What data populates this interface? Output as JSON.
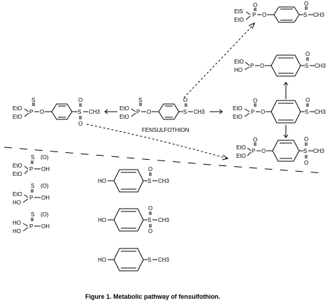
{
  "molecules": {
    "fensulfothion": {
      "name": "FENSULFOTHION",
      "p_top": "S",
      "alkoxy_1": "EtO",
      "alkoxy_2": "EtO",
      "phosphorus": "P",
      "ester_o": "O",
      "sulfur": "S",
      "methyl": "CH3",
      "sulfinyl_o": "O"
    },
    "sulfone": {
      "p_top": "S",
      "alkoxy_1": "EtO",
      "alkoxy_2": "EtO",
      "phosphorus": "P",
      "ester_o": "O",
      "sulfur": "S",
      "methyl": "CH3",
      "sulfonyl_o_top": "O",
      "sulfonyl_o_bottom": "O"
    },
    "thiolo_isomer": {
      "alkoxy_1": "EtS",
      "alkoxy_2": "EtO",
      "p_top": "O",
      "phosphorus": "P",
      "ester_o": "O",
      "sulfur": "S",
      "methyl": "CH3",
      "sulfinyl_o": "O"
    },
    "desethyl": {
      "alkoxy_1": "EtO",
      "alkoxy_2": "HO",
      "phosphorus": "P",
      "ester_o": "O",
      "sulfur": "S",
      "methyl": "CH3",
      "sulfinyl_o": "O"
    },
    "oxon": {
      "p_top": "O",
      "alkoxy_1": "EtO",
      "alkoxy_2": "EtO",
      "phosphorus": "P",
      "ester_o": "O",
      "sulfur": "S",
      "methyl": "CH3",
      "sulfinyl_o": "O"
    },
    "oxon_sulfone": {
      "p_top": "O",
      "alkoxy_1": "EtO",
      "alkoxy_2": "EtO",
      "phosphorus": "P",
      "ester_o": "O",
      "sulfur": "S",
      "methyl": "CH3",
      "sulfonyl_o_top": "O",
      "sulfonyl_o_bottom": "O"
    }
  },
  "acids": [
    {
      "p_top": "S",
      "optional_o": "(O)",
      "alkoxy_1": "EtO",
      "alkoxy_2": "EtO",
      "phosphorus": "P",
      "tail": "OH"
    },
    {
      "p_top": "S",
      "optional_o": "(O)",
      "alkoxy_1": "EtO",
      "alkoxy_2": "HO",
      "phosphorus": "P",
      "tail": "OH"
    },
    {
      "p_top": "S",
      "optional_o": "(O)",
      "alkoxy_1": "HO",
      "alkoxy_2": "HO",
      "phosphorus": "P",
      "tail": "OH"
    }
  ],
  "phenols": [
    {
      "hydroxy": "HO",
      "sulfur": "S",
      "methyl": "CH3",
      "o_top": "O"
    },
    {
      "hydroxy": "HO",
      "sulfur": "S",
      "methyl": "CH3",
      "o_top": "O",
      "o_bottom": "O"
    },
    {
      "hydroxy": "HO",
      "sulfur": "S",
      "methyl": "CH3"
    }
  ],
  "caption": "Figure 1.  Metabolic pathway of fensulfothion."
}
